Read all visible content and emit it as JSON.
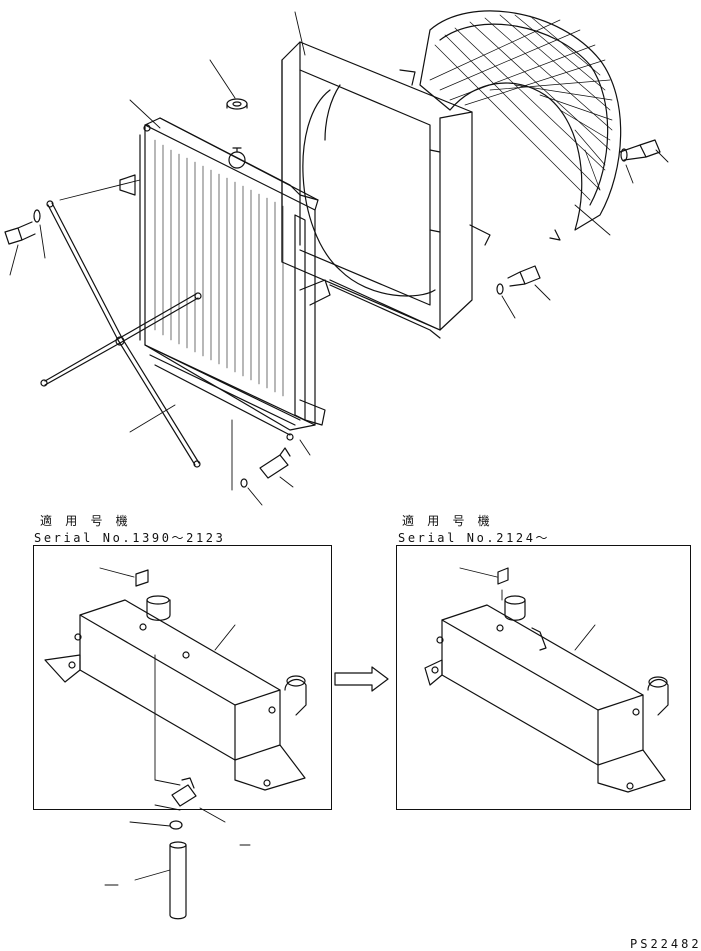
{
  "left_panel": {
    "title": "適 用 号 機",
    "serial": "Serial No.1390～2123"
  },
  "right_panel": {
    "title": "適 用 号 機",
    "serial": "Serial No.2124～"
  },
  "drawing_code": "PS22482"
}
